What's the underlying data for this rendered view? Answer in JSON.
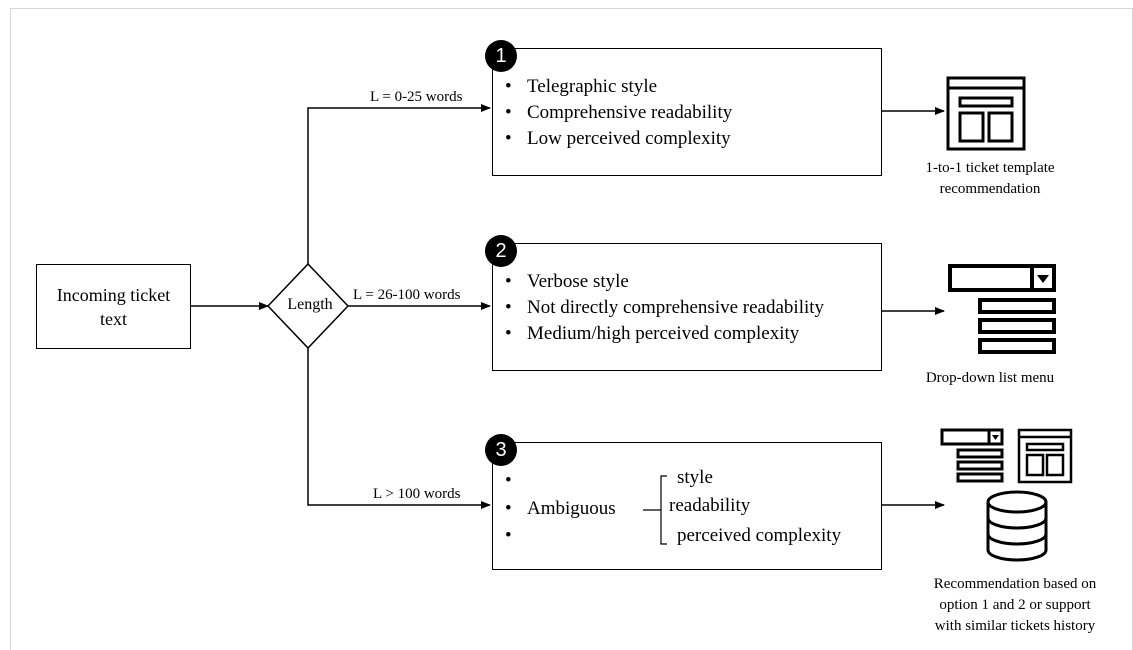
{
  "input": {
    "label": "Incoming ticket text"
  },
  "decision": {
    "label": "Length"
  },
  "edges": {
    "short": "L = 0-25 words",
    "medium": "L = 26-100 words",
    "long": "L > 100 words"
  },
  "options": [
    {
      "number": "1",
      "bullets": [
        "Telegraphic style",
        "Comprehensive readability",
        "Low perceived complexity"
      ],
      "icon": "ticket-template-icon",
      "caption": [
        "1-to-1 ticket template",
        "recommendation"
      ]
    },
    {
      "number": "2",
      "bullets": [
        "Verbose style",
        "Not directly comprehensive readability",
        "Medium/high perceived complexity"
      ],
      "icon": "dropdown-list-icon",
      "caption": [
        "Drop-down list menu"
      ]
    },
    {
      "number": "3",
      "bullet_mark": "•",
      "ambiguous_label": "Ambiguous",
      "ambiguous_items": [
        "style",
        "readability",
        "perceived complexity"
      ],
      "icon": "database-icon",
      "caption": [
        "Recommendation based on",
        "option 1 and 2 or support",
        "with similar tickets history"
      ]
    }
  ],
  "colors": {
    "stroke": "#000000",
    "background": "#ffffff",
    "frame": "#d6d6d6"
  }
}
